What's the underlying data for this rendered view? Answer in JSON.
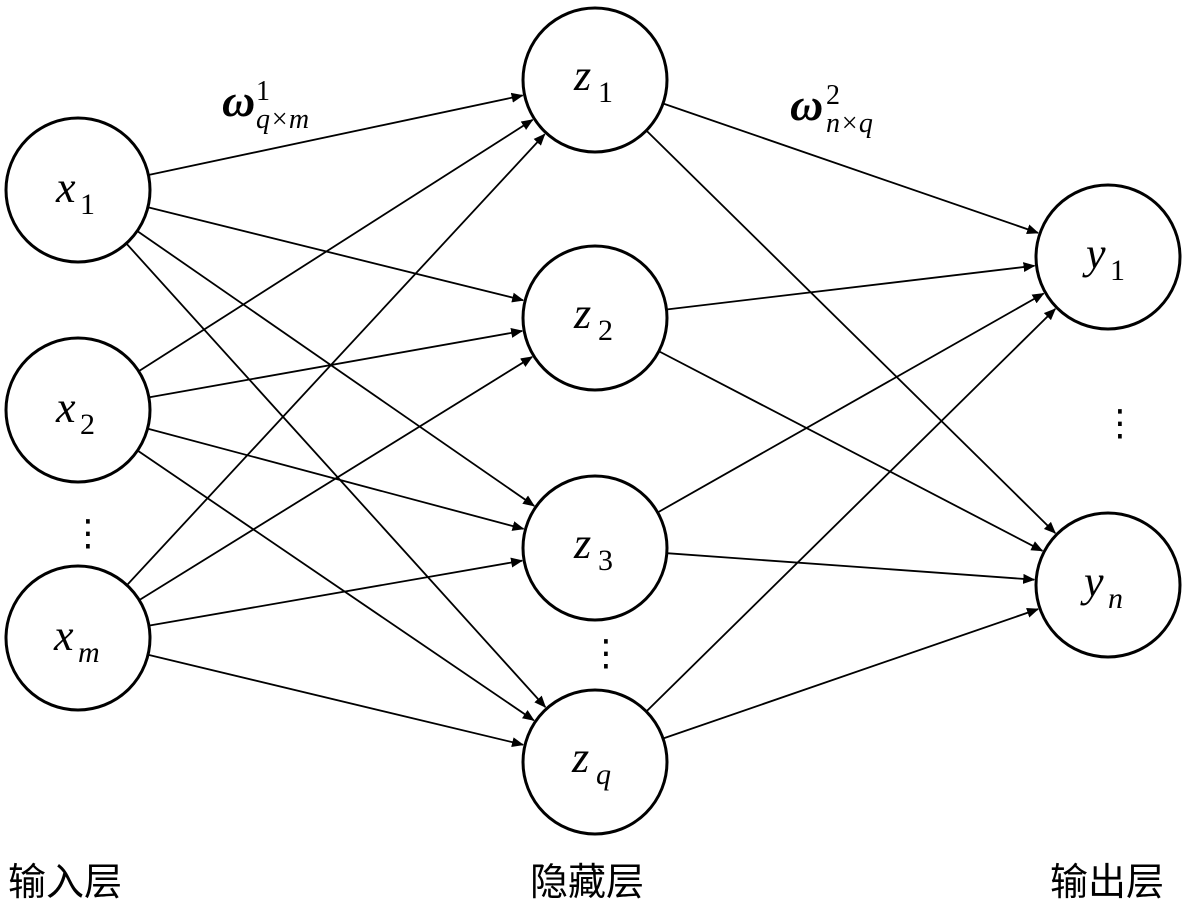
{
  "layers": {
    "input": "输入层",
    "hidden": "隐藏层",
    "output": "输出层"
  },
  "nodes": {
    "input": [
      {
        "base": "x",
        "sub": "1",
        "sub_italic": false
      },
      {
        "base": "x",
        "sub": "2",
        "sub_italic": false
      },
      {
        "base": "x",
        "sub": "m",
        "sub_italic": true
      }
    ],
    "hidden": [
      {
        "base": "z",
        "sub": "1",
        "sub_italic": false
      },
      {
        "base": "z",
        "sub": "2",
        "sub_italic": false
      },
      {
        "base": "z",
        "sub": "3",
        "sub_italic": false
      },
      {
        "base": "z",
        "sub": "q",
        "sub_italic": true
      }
    ],
    "output": [
      {
        "base": "y",
        "sub": "1",
        "sub_italic": false
      },
      {
        "base": "y",
        "sub": "n",
        "sub_italic": true
      }
    ]
  },
  "weights": {
    "w1": {
      "symbol": "ω",
      "sup": "1",
      "sub": "q×m"
    },
    "w2": {
      "symbol": "ω",
      "sup": "2",
      "sub": "n×q"
    }
  },
  "ellipsis": "⋮",
  "colors": {
    "stroke": "#000000",
    "background": "#ffffff"
  }
}
